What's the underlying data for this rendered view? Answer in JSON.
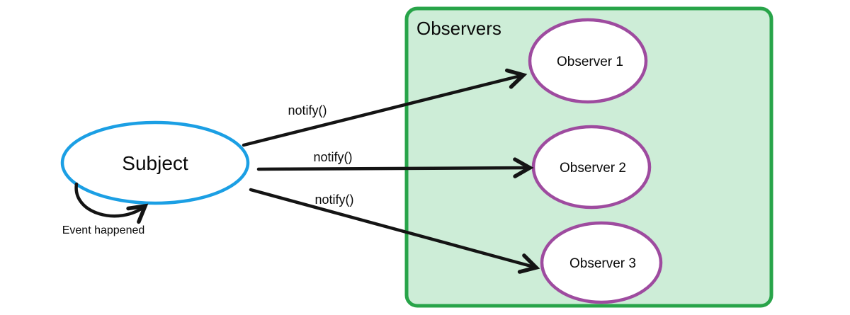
{
  "diagram": {
    "subject": {
      "label": "Subject",
      "self_arrow_label": "Event happened"
    },
    "observers_box": {
      "title": "Observers"
    },
    "observers": [
      {
        "label": "Observer 1"
      },
      {
        "label": "Observer 2"
      },
      {
        "label": "Observer 3"
      }
    ],
    "arrows": [
      {
        "label": "notify()"
      },
      {
        "label": "notify()"
      },
      {
        "label": "notify()"
      }
    ]
  },
  "colors": {
    "subject_stroke": "#1b9fe4",
    "observer_stroke": "#9e4b9f",
    "box_stroke": "#28a449",
    "box_fill": "#cdedd7",
    "node_fill": "#ffffff",
    "arrow": "#141414",
    "text": "#0a0a0a",
    "background": "#ffffff"
  }
}
